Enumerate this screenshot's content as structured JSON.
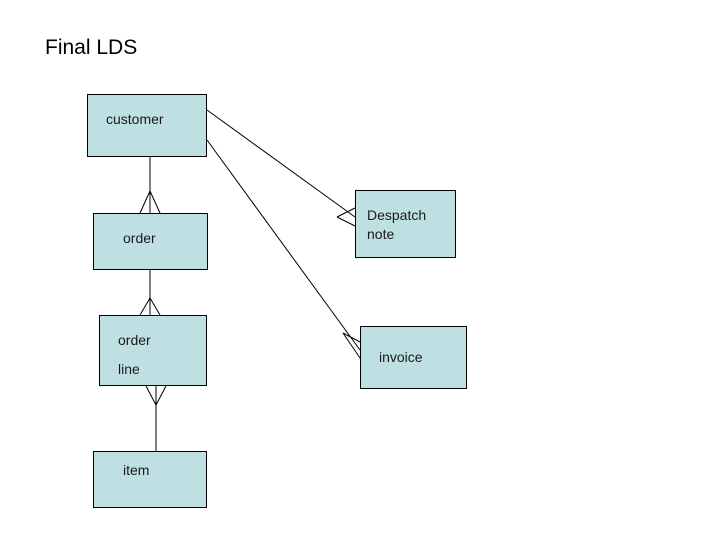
{
  "slide": {
    "title": "Final LDS"
  },
  "entities": {
    "customer": {
      "label": "customer"
    },
    "order": {
      "label": "order"
    },
    "order_line": {
      "line1": "order",
      "line2": "line"
    },
    "item": {
      "label": "item"
    },
    "despatch_note": {
      "line1": "Despatch",
      "line2": "note"
    },
    "invoice": {
      "label": "invoice"
    }
  },
  "relationships": [
    {
      "from": "customer",
      "to": "order",
      "cardinality": "one-to-many"
    },
    {
      "from": "order",
      "to": "order line",
      "cardinality": "one-to-many"
    },
    {
      "from": "item",
      "to": "order line",
      "cardinality": "one-to-many"
    },
    {
      "from": "customer",
      "to": "Despatch note",
      "cardinality": "one-to-many"
    },
    {
      "from": "customer",
      "to": "invoice",
      "cardinality": "one-to-many"
    }
  ],
  "colors": {
    "entity_fill": "#bfe0e3",
    "entity_border": "#000000",
    "line": "#000000"
  }
}
